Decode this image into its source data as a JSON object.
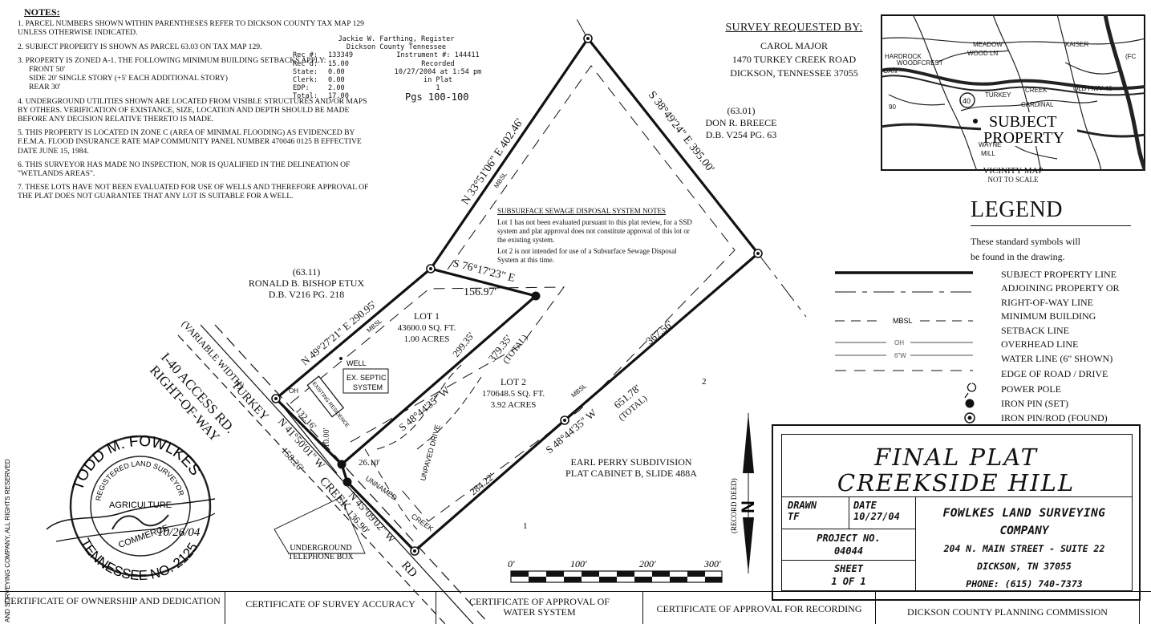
{
  "notes": {
    "title": "NOTES:",
    "items": [
      "1. PARCEL NUMBERS SHOWN WITHIN PARENTHESES REFER TO DICKSON COUNTY TAX MAP 129 UNLESS OTHERWISE INDICATED.",
      "2. SUBJECT PROPERTY IS SHOWN AS PARCEL 63.03 ON TAX MAP 129.",
      "3. PROPERTY IS ZONED A-1. THE FOLLOWING MINIMUM BUILDING SETBACKS APPLY:",
      "4. UNDERGROUND UTILITIES SHOWN ARE LOCATED FROM VISIBLE STRUCTURES AND/OR MAPS BY OTHERS. VERIFICATION OF EXISTANCE, SIZE, LOCATION AND DEPTH SHOULD BE MADE BEFORE ANY DECISION RELATIVE THERETO IS MADE.",
      "5. THIS PROPERTY IS LOCATED IN ZONE C (AREA OF MINIMAL FLOODING) AS EVIDENCED BY F.E.M.A. FLOOD INSURANCE RATE MAP COMMUNITY PANEL NUMBER 470046 0125 B EFFECTIVE DATE JUNE 15, 1984.",
      "6. THIS SURVEYOR HAS MADE NO INSPECTION, NOR IS QUALIFIED IN THE DELINEATION OF \"WETLANDS AREAS\".",
      "7. THESE LOTS HAVE NOT BEEN EVALUATED FOR USE OF WELLS AND THEREFORE APPROVAL OF THE PLAT DOES NOT GUARANTEE THAT ANY LOT IS SUITABLE FOR A WELL."
    ],
    "setbacks": {
      "front": "FRONT    50'",
      "side": "SIDE    20' SINGLE STORY (+5' EACH ADDITIONAL STORY)",
      "rear": "REAR    30'"
    }
  },
  "recording": {
    "register": "Jackie W. Farthing, Register",
    "county": "Dickson County Tennessee",
    "rec_no_label": "Rec #:",
    "rec_no": "133349",
    "instrument": "Instrument #: 144411",
    "recd_label": "Rec'd:",
    "recd": "15.00",
    "recorded": "Recorded",
    "state_label": "State:",
    "state": "0.00",
    "date": "10/27/2004 at 1:54 pm",
    "clerk_label": "Clerk:",
    "clerk": "0.00",
    "in_plat": "in Plat",
    "edp_label": "EDP:",
    "edp": "2.00",
    "one": "1",
    "total_label": "Total:",
    "total": "17.00",
    "pages": "Pgs 100-100"
  },
  "survey_requested": {
    "heading": "SURVEY REQUESTED BY:",
    "name": "CAROL MAJOR",
    "street": "1470 TURKEY CREEK ROAD",
    "city": "DICKSON, TENNESSEE 37055"
  },
  "vicinity": {
    "title": "VICINITY MAP",
    "scale": "NOT TO SCALE",
    "subject": "SUBJECT",
    "property": "PROPERTY",
    "labels": [
      "MEADOW",
      "WOOD LN",
      "WOODFCREST",
      "CREEK",
      "CARDINAL",
      "OLD HWY 46",
      "TURKEY",
      "WAYNE",
      "MILL",
      "HARDROCK",
      "40",
      "90",
      "KAISER",
      "(FC",
      "GAN"
    ]
  },
  "legend": {
    "title": "LEGEND",
    "desc1": "These standard symbols will",
    "desc2": "be found in the drawing.",
    "items": [
      "SUBJECT PROPERTY LINE",
      "ADJOINING PROPERTY OR",
      "RIGHT-OF-WAY LINE",
      "MINIMUM BUILDING",
      "SETBACK LINE",
      "OVERHEAD LINE",
      "WATER LINE (6\" SHOWN)",
      "EDGE OF ROAD / DRIVE",
      "POWER POLE",
      "IRON PIN (SET)",
      "IRON PIN/ROD (FOUND)"
    ],
    "mbsl_label": "MBSL",
    "oh_label": "OH",
    "w_label": "6\"W"
  },
  "plat": {
    "bearing_nw": "N 33°51'06\" E 402.46'",
    "bearing_ne": "S 38°49'24\" E 395.00'",
    "bearing_lot1_n": "S 76°17'23\" E",
    "dist_lot1_n": "156.97'",
    "bearing_w": "N 49°27'21\" E 290.95'",
    "lot1_name": "LOT 1",
    "lot1_area": "43600.0 SQ. FT.",
    "lot1_acres": "1.00 ACRES",
    "lot1_e_dist": "379.35'",
    "lot1_e_total": "(TOTAL)",
    "lot1_e_inner": "299.35'",
    "bearing_lot1_s": "S 48°44'35\" W",
    "lot2_name": "LOT 2",
    "lot2_area": "170648.5 SQ. FT.",
    "lot2_acres": "3.92 ACRES",
    "se_dist": "367.56'",
    "se_total": "651.78'",
    "se_total_note": "(TOTAL)",
    "bearing_se": "S 48°44'35\" W",
    "se_inner": "284.22'",
    "bearing_road1": "N 41°50'01\" W",
    "road1_dist": "158.26'",
    "road1_dist2": "132.16'",
    "bearing_road2": "N 45°09'02\" W",
    "road2_dist": "136.90'",
    "dist_26": "26.10'",
    "dist_10": "10.00'",
    "mbsl": "MBSL",
    "well": "WELL",
    "ex_septic": "EX. SEPTIC",
    "system": "SYSTEM",
    "existing_residence": "EXISTING RESIDENCE",
    "unpaved_drive": "UNPAVED DRIVE",
    "unnamed": "UNNAMED",
    "creek": "CREEK",
    "oh": "OH",
    "num1": "1",
    "num2": "2",
    "parcel_6311": "(63.11)",
    "bishop": "RONALD B. BISHOP ETUX",
    "bishop_db": "D.B. V216 PG. 218",
    "parcel_6301": "(63.01)",
    "breece": "DON R. BREECE",
    "breece_db": "D.B. V254 PG. 63",
    "earl": "EARL PERRY SUBDIVISION",
    "earl_plat": "PLAT CABINET B, SLIDE 488A",
    "variable_width": "(VARIABLE WIDTH)",
    "turkey": "TURKEY",
    "creek_road": "CREEK",
    "rd": "RD",
    "i40": "I-40 ACCESS RD.",
    "row": "RIGHT-OF-WAY",
    "underground": "UNDERGROUND",
    "telephone_box": "TELEPHONE BOX",
    "record_deed": "(RECORD DEED)",
    "north": "N"
  },
  "sewage": {
    "title": "SUBSURFACE SEWAGE DISPOSAL SYSTEM NOTES",
    "p1": "Lot 1 has not been evaluated pursuant to this plat review, for a SSD system and plat approval does not constitute approval of this lot or the existing system.",
    "p2": "Lot 2 is not intended for use of a Subsurface Sewage Disposal System at this time."
  },
  "scale": {
    "labels": [
      "0'",
      "100'",
      "200'",
      "300'"
    ]
  },
  "seal": {
    "name": "TODD M. FOWLKES",
    "top": "REGISTERED LAND SURVEYOR",
    "middle": "AGRICULTURE",
    "middle2": "COMMERCE",
    "bottom": "TENNESSEE NO. 2125",
    "signature": "Todd Fowlkes",
    "sig_date": "10/26/04"
  },
  "title_block": {
    "line1": "FINAL PLAT",
    "line2": "CREEKSIDE HILL",
    "drawn_label": "DRAWN",
    "drawn": "TF",
    "date_label": "DATE",
    "date": "10/27/04",
    "company1": "FOWLKES LAND SURVEYING",
    "company2": "COMPANY",
    "address": "204 N. MAIN STREET - SUITE 22",
    "city": "DICKSON, TN 37055",
    "phone": "PHONE: (615) 740-7373",
    "project_label": "PROJECT NO.",
    "project": "04044",
    "sheet_label": "SHEET",
    "sheet": "1 OF 1"
  },
  "certificates": [
    "CERTIFICATE OF OWNERSHIP AND DEDICATION",
    "CERTIFICATE OF SURVEY ACCURACY",
    "CERTIFICATE OF APPROVAL OF WATER SYSTEM",
    "CERTIFICATE OF APPROVAL FOR RECORDING",
    "DICKSON COUNTY PLANNING COMMISSION"
  ],
  "side_text": "AND SURVEYING COMPANY, ALL RIGHTS RESERVED"
}
